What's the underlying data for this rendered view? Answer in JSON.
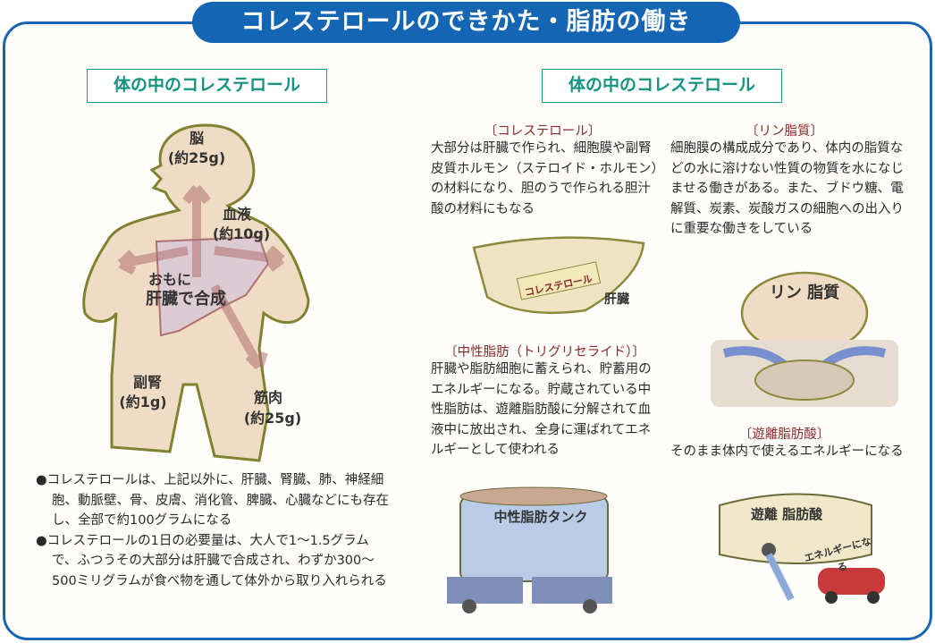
{
  "title": "コレステロールのできかた・脂肪の働き",
  "left": {
    "subtitle": "体の中のコレステロール",
    "figure": {
      "brain": "脳",
      "brain_amt": "(約25g)",
      "blood": "血液",
      "blood_amt": "(約10g)",
      "liver": "おもに",
      "liver2": "肝臓で合成",
      "adrenal": "副腎",
      "adrenal_amt": "(約1g)",
      "muscle": "筋肉",
      "muscle_amt": "(約25g)"
    },
    "bullets": [
      "●コレステロールは、上記以外に、肝臓、腎臓、肺、神経細胞、動脈壁、骨、皮膚、消化管、脾臓、心臓などにも存在し、全部で約100グラムになる",
      "●コレステロールの1日の必要量は、大人で1～1.5グラムで、ふつうその大部分は肝臓で合成され、わずか300～500ミリグラムが食べ物を通して体外から取り入れられる"
    ]
  },
  "right": {
    "subtitle": "体の中のコレステロール",
    "sections": [
      {
        "heading": "〔コレステロール〕",
        "body": "大部分は肝臓で作られ、細胞膜や副腎皮質ホルモン（ステロイド・ホルモン）の材料になり、胆のうで作られる胆汁酸の材料にもなる"
      },
      {
        "heading": "〔リン脂質〕",
        "body": "細胞膜の構成成分であり、体内の脂質などの水に溶けない性質の物質を水になじませる働きがある。また、ブドウ糖、電解質、炭素、炭酸ガスの細胞への出入りに重要な働きをしている"
      },
      {
        "heading": "〔中性脂肪（トリグリセライド）〕",
        "body": "肝臓や脂肪細胞に蓄えられ、貯蓄用のエネルギーになる。貯蔵されている中性脂肪は、遊離脂肪酸に分解されて血液中に放出され、全身に運ばれてエネルギーとして使われる"
      },
      {
        "heading": "〔遊離脂肪酸〕",
        "body": "そのまま体内で使えるエネルギーになる"
      }
    ],
    "illus": {
      "box": "コレステロール",
      "liver": "肝臓",
      "phospholipid": "リン 脂質",
      "tank": "中性脂肪タンク",
      "ffa": "遊離 脂肪酸",
      "energy": "エネルギーになる"
    }
  }
}
